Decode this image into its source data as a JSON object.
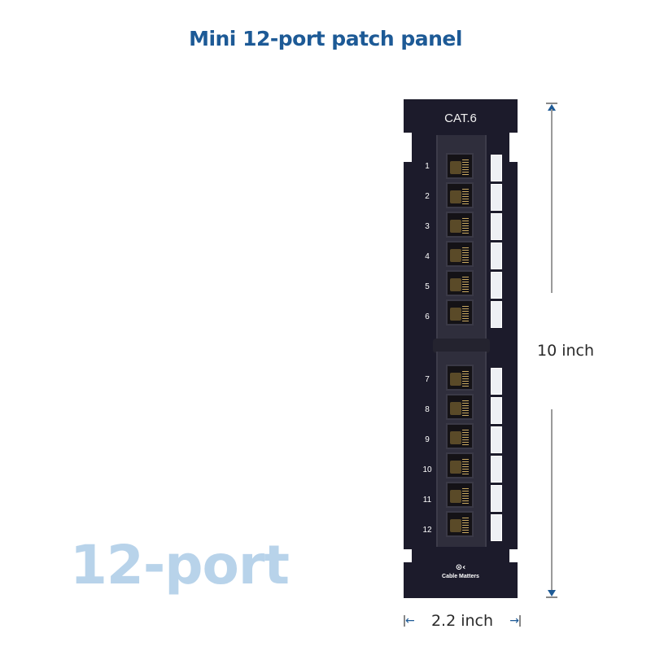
{
  "title": "Mini 12-port patch panel",
  "big_label": "12-port",
  "panel": {
    "category_label": "CAT.6",
    "brand_icon": "cable-matters-logo-icon",
    "brand_icon_glyph": "⊙‹",
    "brand_name": "Cable Matters",
    "ports": [
      "1",
      "2",
      "3",
      "4",
      "5",
      "6",
      "7",
      "8",
      "9",
      "10",
      "11",
      "12"
    ]
  },
  "dimensions": {
    "height_label": "10 inch",
    "width_label": "2.2 inch",
    "arrow_color": "#1d5a96",
    "left_arrow_glyph": "←",
    "right_arrow_glyph": "→"
  },
  "colors": {
    "title": "#1d5a96",
    "big_label": "#b8d3ea",
    "panel": "#1c1b2b"
  }
}
